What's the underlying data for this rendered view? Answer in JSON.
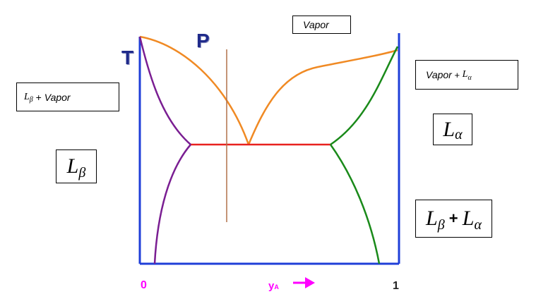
{
  "labels": {
    "t_axis": "T",
    "p_label": "P",
    "x_start": "0",
    "x_end": "1",
    "x_var_main": "y",
    "x_var_sub": "A",
    "x_arrow": "→"
  },
  "boxes": {
    "vapor": {
      "text": "Vapor"
    },
    "vapor_plus_la": {
      "word": "Vapor",
      "plus": " + ",
      "l": "L",
      "sub": "α"
    },
    "lb_plus_vapor": {
      "l": "L",
      "sub": "β",
      "plus": " + ",
      "word": "Vapor"
    },
    "la": {
      "l": "L",
      "sub": "α"
    },
    "lb": {
      "l": "L",
      "sub": "β"
    },
    "lb_plus_la": {
      "l1": "L",
      "sub1": "β",
      "plus": " + ",
      "l2": "L",
      "sub2": "α"
    }
  },
  "colors": {
    "frame": "#1f3fd8",
    "vapor_curve": "#f08a24",
    "eutectic_line": "#e8211f",
    "left_liquid_curve": "#7a1e92",
    "right_liquid_curve": "#1a8a1a",
    "p_vertical_line": "#b0714a",
    "axis_text": "#ff00ff"
  }
}
